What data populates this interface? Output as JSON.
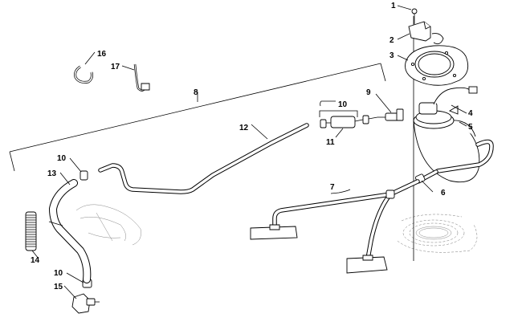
{
  "callouts": [
    {
      "id": "c1",
      "label": "1"
    },
    {
      "id": "c2",
      "label": "2"
    },
    {
      "id": "c3",
      "label": "3"
    },
    {
      "id": "c4",
      "label": "4"
    },
    {
      "id": "c5",
      "label": "5"
    },
    {
      "id": "c6",
      "label": "6"
    },
    {
      "id": "c7",
      "label": "7"
    },
    {
      "id": "c8",
      "label": "8"
    },
    {
      "id": "c9",
      "label": "9"
    },
    {
      "id": "c10a",
      "label": "10"
    },
    {
      "id": "c10b",
      "label": "10"
    },
    {
      "id": "c10c",
      "label": "10"
    },
    {
      "id": "c11",
      "label": "11"
    },
    {
      "id": "c12",
      "label": "12"
    },
    {
      "id": "c13",
      "label": "13"
    },
    {
      "id": "c14",
      "label": "14"
    },
    {
      "id": "c15",
      "label": "15"
    },
    {
      "id": "c16",
      "label": "16"
    },
    {
      "id": "c17",
      "label": "17"
    }
  ]
}
